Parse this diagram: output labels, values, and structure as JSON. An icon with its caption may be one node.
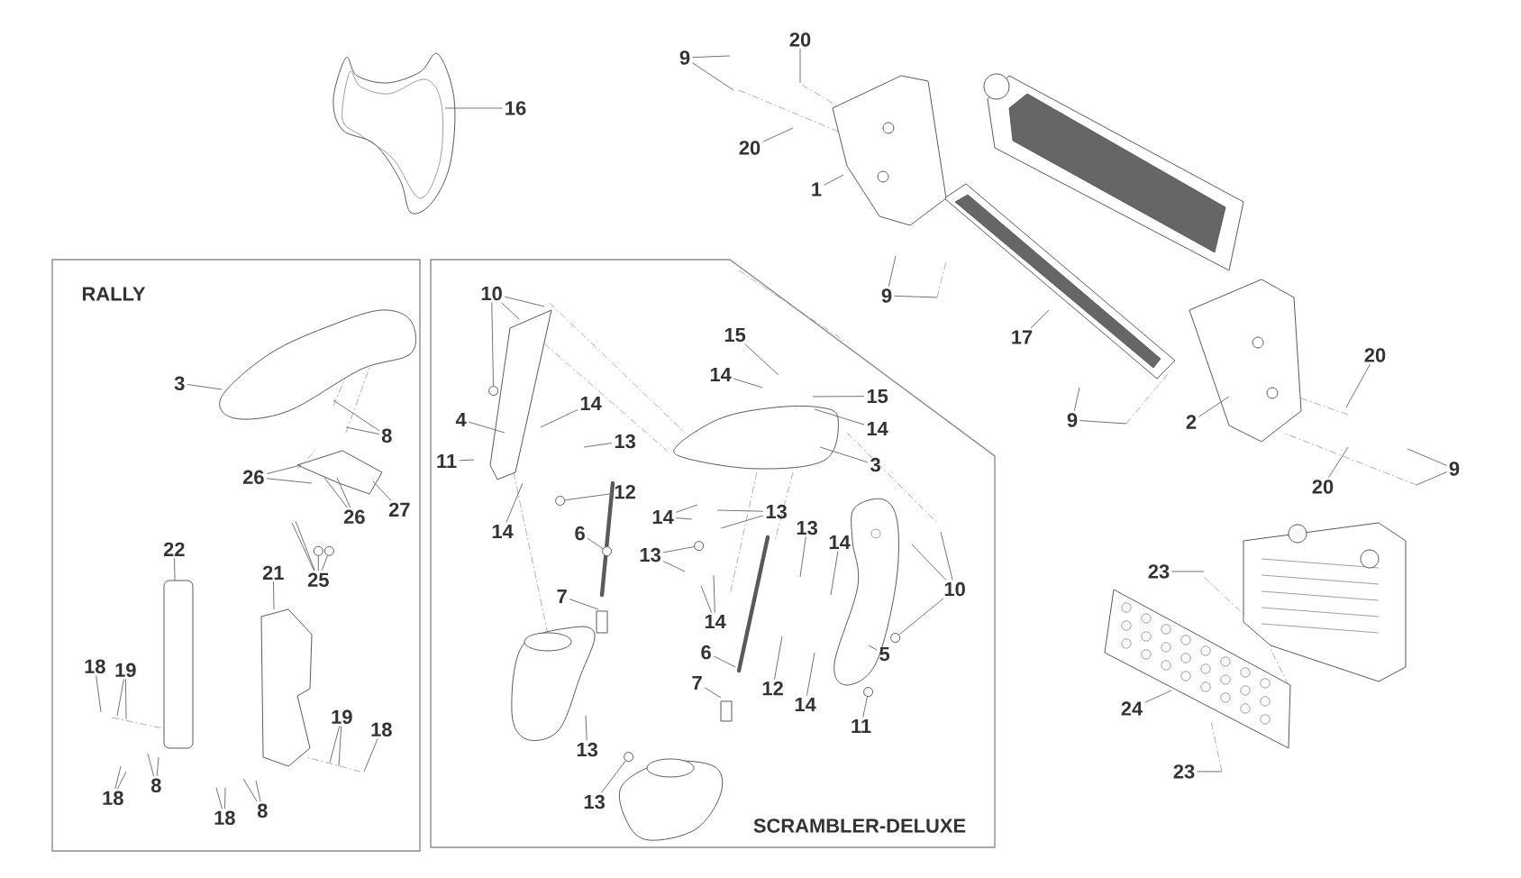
{
  "diagram": {
    "nodes": [
      {
        "text": [
          "RALLY"
        ]
      },
      {
        "text": [
          "SCRAMBLER-DELUXE"
        ]
      },
      {
        "text": [
          "16"
        ]
      },
      {
        "text": [
          "9"
        ]
      },
      {
        "text": [
          "20"
        ]
      },
      {
        "text": [
          "20"
        ]
      },
      {
        "text": [
          "1"
        ]
      },
      {
        "text": [
          "9"
        ]
      },
      {
        "text": [
          "17"
        ]
      },
      {
        "text": [
          "3"
        ],
        "in": 0
      },
      {
        "text": [
          "8"
        ],
        "in": 0
      },
      {
        "text": [
          "26"
        ],
        "in": 0
      },
      {
        "text": [
          "26"
        ],
        "in": 0
      },
      {
        "text": [
          "27"
        ],
        "in": 0
      },
      {
        "text": [
          "25"
        ],
        "in": 0
      },
      {
        "text": [
          "22"
        ],
        "in": 0
      },
      {
        "text": [
          "21"
        ],
        "in": 0
      },
      {
        "text": [
          "18"
        ],
        "in": 0
      },
      {
        "text": [
          "19"
        ],
        "in": 0
      },
      {
        "text": [
          "18"
        ],
        "in": 0
      },
      {
        "text": [
          "8"
        ],
        "in": 0
      },
      {
        "text": [
          "19"
        ],
        "in": 0
      },
      {
        "text": [
          "18"
        ],
        "in": 0
      },
      {
        "text": [
          "18"
        ],
        "in": 0
      },
      {
        "text": [
          "8"
        ],
        "in": 0
      },
      {
        "text": [
          "10"
        ],
        "in": 1
      },
      {
        "text": [
          "15"
        ],
        "in": 1
      },
      {
        "text": [
          "14"
        ],
        "in": 1
      },
      {
        "text": [
          "15"
        ],
        "in": 1
      },
      {
        "text": [
          "14"
        ],
        "in": 1
      },
      {
        "text": [
          "4"
        ],
        "in": 1
      },
      {
        "text": [
          "14"
        ],
        "in": 1
      },
      {
        "text": [
          "13"
        ],
        "in": 1
      },
      {
        "text": [
          "11"
        ],
        "in": 1
      },
      {
        "text": [
          "3"
        ],
        "in": 1
      },
      {
        "text": [
          "12"
        ],
        "in": 1
      },
      {
        "text": [
          "14"
        ],
        "in": 1
      },
      {
        "text": [
          "13"
        ],
        "in": 1
      },
      {
        "text": [
          "13"
        ],
        "in": 1
      },
      {
        "text": [
          "14"
        ],
        "in": 1
      },
      {
        "text": [
          "6"
        ],
        "in": 1
      },
      {
        "text": [
          "14"
        ],
        "in": 1
      },
      {
        "text": [
          "13"
        ],
        "in": 1
      },
      {
        "text": [
          "10"
        ],
        "in": 1
      },
      {
        "text": [
          "7"
        ],
        "in": 1
      },
      {
        "text": [
          "14"
        ],
        "in": 1
      },
      {
        "text": [
          "6"
        ],
        "in": 1
      },
      {
        "text": [
          "5"
        ],
        "in": 1
      },
      {
        "text": [
          "7"
        ],
        "in": 1
      },
      {
        "text": [
          "12"
        ],
        "in": 1
      },
      {
        "text": [
          "14"
        ],
        "in": 1
      },
      {
        "text": [
          "11"
        ],
        "in": 1
      },
      {
        "text": [
          "13"
        ],
        "in": 1
      },
      {
        "text": [
          "13"
        ],
        "in": 1
      },
      {
        "text": [
          "2"
        ]
      },
      {
        "text": [
          "20"
        ]
      },
      {
        "text": [
          "9"
        ]
      },
      {
        "text": [
          "9"
        ]
      },
      {
        "text": [
          "20"
        ]
      },
      {
        "text": [
          "23"
        ]
      },
      {
        "text": [
          "24"
        ]
      },
      {
        "text": [
          "23"
        ]
      },
      {
        "text": [],
        "shape": "circle",
        "in": 0
      },
      {
        "text": [],
        "shape": "circle",
        "in": 0
      },
      {
        "text": [],
        "shape": "circle",
        "in": 1
      },
      {
        "text": [],
        "shape": "circle",
        "in": 1
      },
      {
        "text": [],
        "shape": "circle",
        "in": 1
      },
      {
        "text": [],
        "shape": "circle",
        "in": 1
      },
      {
        "text": [],
        "shape": "circle",
        "in": 1
      },
      {
        "text": [],
        "shape": "circle",
        "in": 1
      },
      {
        "text": [],
        "shape": "circle",
        "in": 1
      }
    ],
    "edges": [
      {
        "from": 2,
        "to": null,
        "arrow": "none"
      },
      {
        "from": 3,
        "to": null,
        "arrow": "none"
      },
      {
        "from": 3,
        "to": null,
        "arrow": "none"
      },
      {
        "from": 4,
        "to": null,
        "arrow": "none"
      },
      {
        "from": 5,
        "to": null,
        "arrow": "none"
      },
      {
        "from": 6,
        "to": null,
        "arrow": "none"
      },
      {
        "from": 7,
        "to": null,
        "arrow": "none"
      },
      {
        "from": 7,
        "to": null,
        "arrow": "none"
      },
      {
        "from": 8,
        "to": null,
        "arrow": "none"
      },
      {
        "from": 9,
        "to": null,
        "arrow": "none"
      },
      {
        "from": 10,
        "to": null,
        "arrow": "none"
      },
      {
        "from": 10,
        "to": null,
        "arrow": "none"
      },
      {
        "from": 11,
        "to": null,
        "arrow": "none"
      },
      {
        "from": 11,
        "to": null,
        "arrow": "none"
      },
      {
        "from": 12,
        "to": null,
        "arrow": "none"
      },
      {
        "from": 12,
        "to": null,
        "arrow": "none"
      },
      {
        "from": 13,
        "to": null,
        "arrow": "none"
      },
      {
        "from": 14,
        "to": null,
        "arrow": "none"
      },
      {
        "from": 14,
        "to": null,
        "arrow": "none"
      },
      {
        "from": 14,
        "to": 62,
        "arrow": "none"
      },
      {
        "from": 14,
        "to": 63,
        "arrow": "none"
      },
      {
        "from": 15,
        "to": null,
        "arrow": "none"
      },
      {
        "from": 16,
        "to": null,
        "arrow": "none"
      },
      {
        "from": 17,
        "to": null,
        "arrow": "none"
      },
      {
        "from": 18,
        "to": null,
        "arrow": "none"
      },
      {
        "from": 18,
        "to": null,
        "arrow": "none"
      },
      {
        "from": 19,
        "to": null,
        "arrow": "none"
      },
      {
        "from": 19,
        "to": null,
        "arrow": "none"
      },
      {
        "from": 20,
        "to": null,
        "arrow": "none"
      },
      {
        "from": 20,
        "to": null,
        "arrow": "none"
      },
      {
        "from": 21,
        "to": null,
        "arrow": "none"
      },
      {
        "from": 21,
        "to": null,
        "arrow": "none"
      },
      {
        "from": 22,
        "to": null,
        "arrow": "none"
      },
      {
        "from": 23,
        "to": null,
        "arrow": "none"
      },
      {
        "from": 23,
        "to": null,
        "arrow": "none"
      },
      {
        "from": 24,
        "to": null,
        "arrow": "none"
      },
      {
        "from": 24,
        "to": null,
        "arrow": "none"
      },
      {
        "from": 25,
        "to": null,
        "arrow": "none"
      },
      {
        "from": 25,
        "to": null,
        "arrow": "none"
      },
      {
        "from": 25,
        "to": 64,
        "arrow": "none"
      },
      {
        "from": 26,
        "to": null,
        "arrow": "none"
      },
      {
        "from": 27,
        "to": null,
        "arrow": "none"
      },
      {
        "from": 28,
        "to": null,
        "arrow": "none"
      },
      {
        "from": 29,
        "to": null,
        "arrow": "none"
      },
      {
        "from": 30,
        "to": null,
        "arrow": "none"
      },
      {
        "from": 31,
        "to": null,
        "arrow": "none"
      },
      {
        "from": 32,
        "to": null,
        "arrow": "none"
      },
      {
        "from": 33,
        "to": null,
        "arrow": "none"
      },
      {
        "from": 34,
        "to": null,
        "arrow": "none"
      },
      {
        "from": 35,
        "to": 65,
        "arrow": "none"
      },
      {
        "from": 36,
        "to": null,
        "arrow": "none"
      },
      {
        "from": 36,
        "to": null,
        "arrow": "none"
      },
      {
        "from": 37,
        "to": null,
        "arrow": "none"
      },
      {
        "from": 37,
        "to": null,
        "arrow": "none"
      },
      {
        "from": 38,
        "to": null,
        "arrow": "none"
      },
      {
        "from": 39,
        "to": null,
        "arrow": "none"
      },
      {
        "from": 40,
        "to": 66,
        "arrow": "none"
      },
      {
        "from": 41,
        "to": null,
        "arrow": "none"
      },
      {
        "from": 42,
        "to": 67,
        "arrow": "none"
      },
      {
        "from": 42,
        "to": null,
        "arrow": "none"
      },
      {
        "from": 43,
        "to": null,
        "arrow": "none"
      },
      {
        "from": 43,
        "to": null,
        "arrow": "none"
      },
      {
        "from": 43,
        "to": 68,
        "arrow": "none"
      },
      {
        "from": 44,
        "to": null,
        "arrow": "none"
      },
      {
        "from": 45,
        "to": null,
        "arrow": "none"
      },
      {
        "from": 45,
        "to": null,
        "arrow": "none"
      },
      {
        "from": 46,
        "to": null,
        "arrow": "none"
      },
      {
        "from": 47,
        "to": null,
        "arrow": "none"
      },
      {
        "from": 48,
        "to": null,
        "arrow": "none"
      },
      {
        "from": 49,
        "to": null,
        "arrow": "none"
      },
      {
        "from": 50,
        "to": null,
        "arrow": "none"
      },
      {
        "from": 51,
        "to": 69,
        "arrow": "none"
      },
      {
        "from": 52,
        "to": null,
        "arrow": "none"
      },
      {
        "from": 53,
        "to": 70,
        "arrow": "none"
      },
      {
        "from": 54,
        "to": null,
        "arrow": "none"
      },
      {
        "from": 55,
        "to": null,
        "arrow": "none"
      },
      {
        "from": 56,
        "to": null,
        "arrow": "none"
      },
      {
        "from": 56,
        "to": null,
        "arrow": "none"
      },
      {
        "from": 57,
        "to": null,
        "arrow": "none"
      },
      {
        "from": 57,
        "to": null,
        "arrow": "none"
      },
      {
        "from": 58,
        "to": null,
        "arrow": "none"
      },
      {
        "from": 59,
        "to": null,
        "arrow": "none"
      },
      {
        "from": 60,
        "to": null,
        "arrow": "none"
      },
      {
        "from": 61,
        "to": null,
        "arrow": "none"
      }
    ]
  }
}
